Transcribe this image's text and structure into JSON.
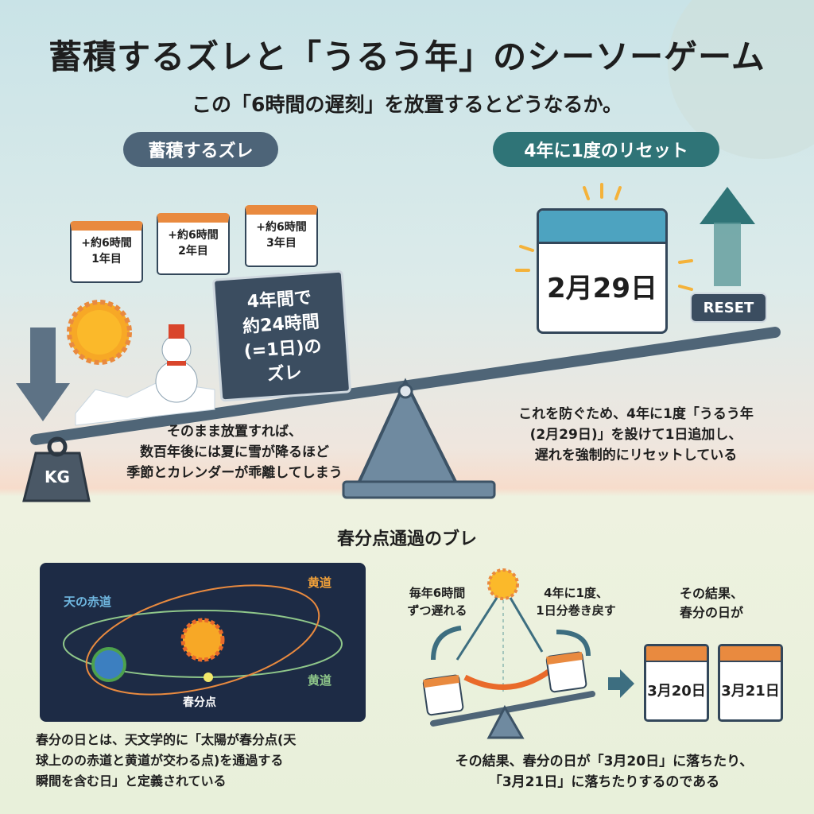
{
  "header": {
    "title": "蓄積するズレと「うるう年」のシーソーゲーム",
    "subtitle": "この「6時間の遅刻」を放置するとどうなるか。"
  },
  "left": {
    "pill": "蓄積するズレ",
    "cards": [
      {
        "top": "+約6時間",
        "bottom": "1年目"
      },
      {
        "top": "+約6時間",
        "bottom": "2年目"
      },
      {
        "top": "+約6時間",
        "bottom": "3年目"
      }
    ],
    "box_lines": [
      "4年間で",
      "約24時間",
      "(=1日)の",
      "ズレ"
    ],
    "weight": "KG",
    "caption_lines": [
      "そのまま放置すれば、",
      "数百年後には夏に雪が降るほど",
      "季節とカレンダーが乖離してしまう"
    ]
  },
  "right": {
    "pill": "4年に1度のリセット",
    "calendar": "2月29日",
    "reset": "RESET",
    "caption_lines": [
      "これを防ぐため、4年に1度「うるう年",
      "(2月29日)」を設けて1日追加し、",
      "遅れを強制的にリセットしている"
    ]
  },
  "bottom": {
    "heading": "春分点通過のブレ",
    "panel": {
      "celestial_equator": "天の赤道",
      "ecliptic_top": "黄道",
      "ecliptic_bottom": "黄道",
      "vernal_point": "春分点"
    },
    "panel_caption_lines": [
      "春分の日とは、天文学的に「太陽が春分点(天",
      "球上のの赤道と黄道が交わる点)を通過する",
      "瞬間を含む日」と定義されている"
    ],
    "delay_label_lines": [
      "毎年6時間",
      "ずつ遅れる"
    ],
    "rewind_label_lines": [
      "4年に1度、",
      "1日分巻き戻す"
    ],
    "result_label_lines": [
      "その結果、",
      "春分の日が"
    ],
    "dates": [
      "3月20日",
      "3月21日"
    ],
    "caption_lines": [
      "その結果、春分の日が「3月20日」に落ちたり、",
      "「3月21日」に落ちたりするのである"
    ]
  },
  "colors": {
    "slate": "#4d6478",
    "teal": "#2f7477",
    "orange": "#e98a3f",
    "navy": "#1d2b45"
  }
}
